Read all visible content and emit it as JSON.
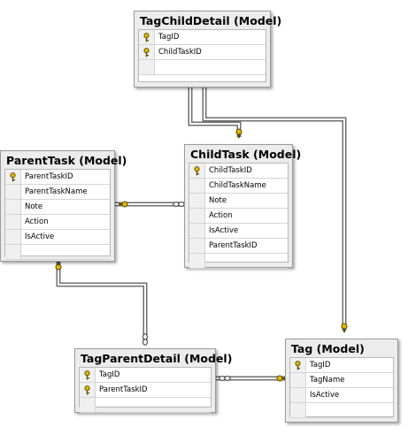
{
  "tables": {
    "tagchild": {
      "title": "TagChildDetail (Model)",
      "rows": [
        {
          "label": "TagID",
          "key": true
        },
        {
          "label": "ChildTaskID",
          "key": true
        },
        {
          "label": "",
          "key": false
        }
      ]
    },
    "parent": {
      "title": "ParentTask (Model)",
      "rows": [
        {
          "label": "ParentTaskID",
          "key": true
        },
        {
          "label": "ParentTaskName",
          "key": false
        },
        {
          "label": "Note",
          "key": false
        },
        {
          "label": "Action",
          "key": false
        },
        {
          "label": "IsActive",
          "key": false
        },
        {
          "label": "",
          "key": false
        }
      ]
    },
    "child": {
      "title": "ChildTask (Model)",
      "rows": [
        {
          "label": "ChildTaskID",
          "key": true
        },
        {
          "label": "ChildTaskName",
          "key": false
        },
        {
          "label": "Note",
          "key": false
        },
        {
          "label": "Action",
          "key": false
        },
        {
          "label": "IsActive",
          "key": false
        },
        {
          "label": "ParentTaskID",
          "key": false
        },
        {
          "label": "",
          "key": false
        }
      ]
    },
    "tagparent": {
      "title": "TagParentDetail (Model)",
      "rows": [
        {
          "label": "TagID",
          "key": true
        },
        {
          "label": "ParentTaskID",
          "key": true
        },
        {
          "label": "",
          "key": false
        }
      ]
    },
    "tag": {
      "title": "Tag (Model)",
      "rows": [
        {
          "label": "TagID",
          "key": true
        },
        {
          "label": "TagName",
          "key": false
        },
        {
          "label": "IsActive",
          "key": false
        },
        {
          "label": "",
          "key": false
        }
      ]
    }
  },
  "colors": {
    "connector": "#6f6f6f",
    "key": "#e0b800",
    "panel": "#ececec"
  },
  "icons": {
    "primary_key": "key-icon",
    "one_end": "key-end-icon",
    "many_end": "infinity-end-icon"
  }
}
